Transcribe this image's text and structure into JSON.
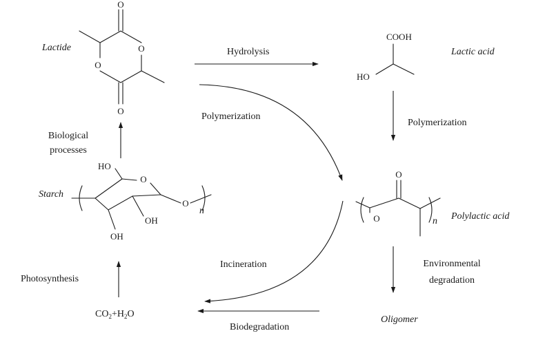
{
  "compounds": {
    "lactide": "Lactide",
    "lactic_acid": "Lactic acid",
    "starch": "Starch",
    "polylactic_acid": "Polylactic acid",
    "oligomer": "Oligomer",
    "co2_h2o": {
      "pre": "CO",
      "sub1": "2",
      "mid": "+H",
      "sub2": "2",
      "post": "O"
    }
  },
  "processes": {
    "hydrolysis": "Hydrolysis",
    "polymerization_curve": "Polymerization",
    "polymerization_vertical": "Polymerization",
    "biological_line1": "Biological",
    "biological_line2": "processes",
    "photosynthesis": "Photosynthesis",
    "incineration": "Incineration",
    "environmental_line1": "Environmental",
    "environmental_line2": "degradation",
    "biodegradation": "Biodegradation"
  },
  "atoms": {
    "lactide_o_top": "O",
    "lactide_o_ring_right": "O",
    "lactide_o_ring_left": "O",
    "lactide_o_bottom": "O",
    "lactic_cooh": "COOH",
    "lactic_ho": "HO",
    "starch_ho": "HO",
    "starch_o_ring": "O",
    "starch_o_link": "O",
    "starch_oh_right": "OH",
    "starch_oh_bottom": "OH",
    "starch_n": "n",
    "pla_o_carbonyl": "O",
    "pla_o_chain": "O",
    "pla_n": "n"
  }
}
